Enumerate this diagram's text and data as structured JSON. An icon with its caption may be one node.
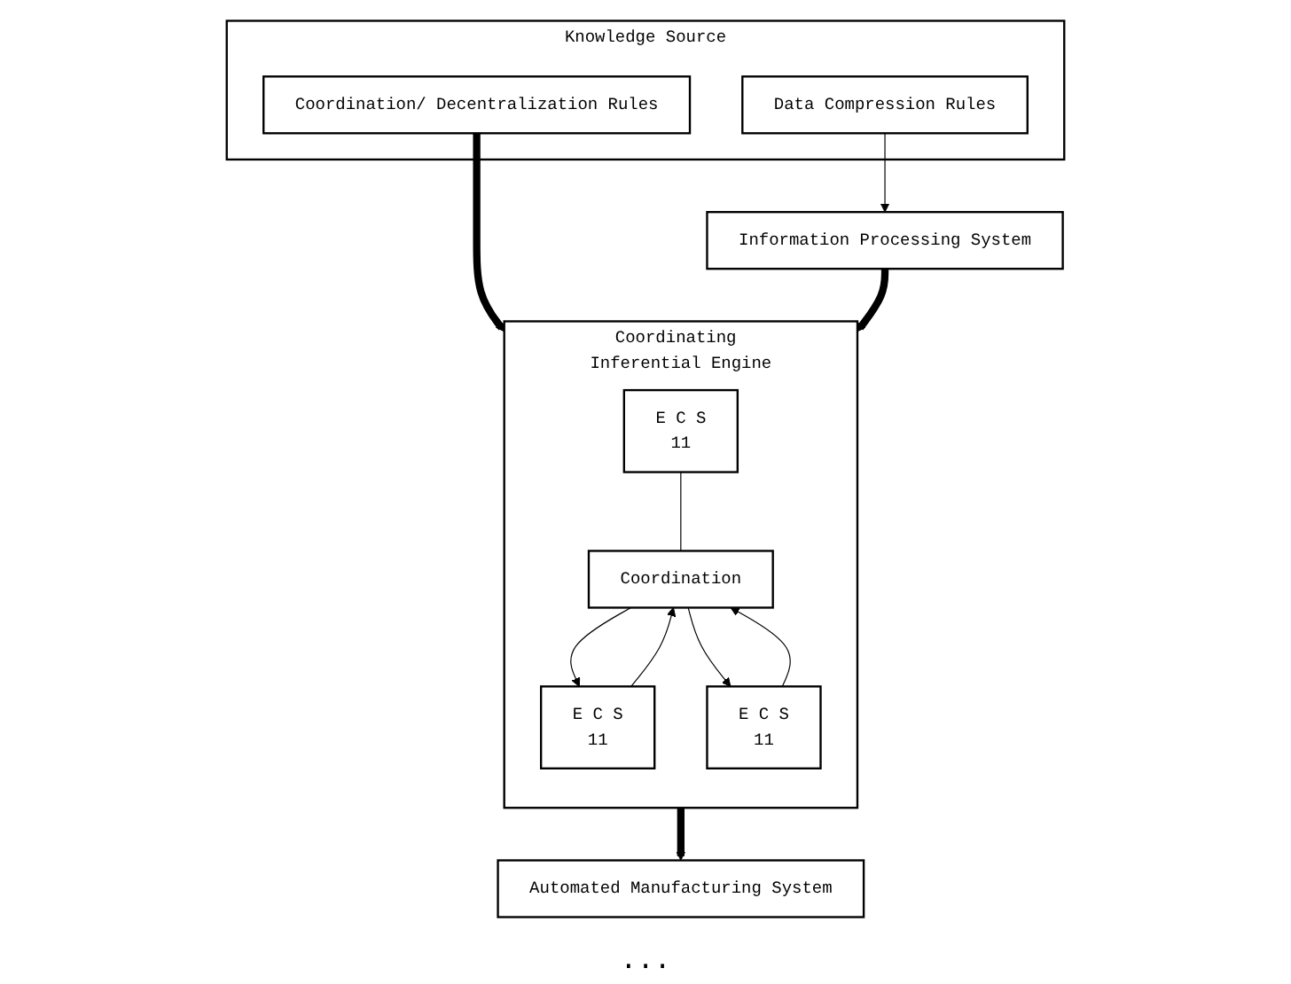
{
  "diagram": {
    "nodes": [
      {
        "text": [
          "Knowledge Source"
        ]
      },
      {
        "text": [
          "Coordination/ Decentralization Rules"
        ],
        "in": 0
      },
      {
        "text": [
          "Data Compression Rules"
        ],
        "in": 0
      },
      {
        "text": [
          "Coordinating Inferential Engine"
        ]
      },
      {
        "text": [
          "E C S",
          "11"
        ],
        "in": 3
      },
      {
        "text": [
          "Coordination"
        ],
        "in": 3
      },
      {
        "text": [
          "E C S",
          "11"
        ],
        "in": 3
      },
      {
        "text": [
          "E C S",
          "11"
        ],
        "in": 3
      },
      {
        "text": [
          "Information Processing System"
        ]
      },
      {
        "text": [
          "Automated Manufacturing System"
        ]
      }
    ],
    "edges": [
      {
        "from": 1,
        "to": 3,
        "arrow": "to",
        "style": "thick"
      },
      {
        "from": 2,
        "to": 8,
        "arrow": "to"
      },
      {
        "from": 4,
        "to": 5,
        "arrow": "none"
      },
      {
        "from": 5,
        "to": 6,
        "arrow": "to"
      },
      {
        "from": 6,
        "to": 5,
        "arrow": "to"
      },
      {
        "from": 7,
        "to": 5,
        "arrow": "to"
      },
      {
        "from": 5,
        "to": 7,
        "arrow": "to"
      },
      {
        "from": 8,
        "to": 3,
        "arrow": "to",
        "style": "thick"
      },
      {
        "from": 3,
        "to": 9,
        "arrow": "to",
        "style": "thick"
      }
    ],
    "labels": [
      "..."
    ]
  }
}
